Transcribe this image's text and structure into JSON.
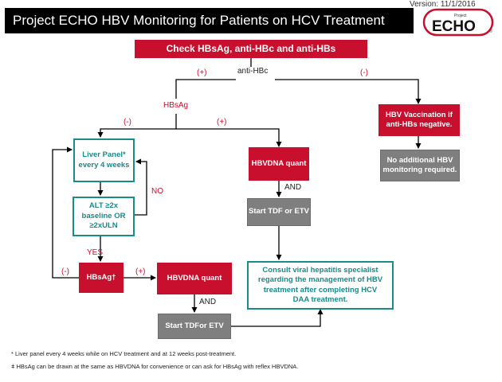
{
  "version": "Version: 11/1/2016",
  "title": "Project ECHO HBV Monitoring for Patients on HCV Treatment",
  "logo": {
    "small": "Project",
    "main": "ECHO",
    "reg": "®"
  },
  "colors": {
    "red": "#c8102e",
    "gray": "#7f7f7f",
    "teal": "#1a8a8a",
    "black": "#000000"
  },
  "boxes": {
    "check": "Check HBsAg, anti-HBc and anti-HBs",
    "vaccination": "HBV Vaccination if anti-HBs negative.",
    "no_monitoring": "No additional HBV monitoring required.",
    "liver_panel": "Liver Panel* every 4 weeks",
    "hbvdna_quant_right": "HBVDNA quant",
    "start_tdf_right": "Start TDF or ETV",
    "alt": "ALT ≥2x baseline OR ≥2xULN",
    "hbsag_dagger": "HBsAg†",
    "hbvdna_quant_left": "HBVDNA quant",
    "start_tdf_left": "Start TDFor ETV",
    "consult": "Consult viral hepatitis specialist regarding the management of HBV treatment after completing HCV DAA treatment."
  },
  "labels": {
    "anti_hbc": "anti-HBc",
    "plus_1": "(+)",
    "minus_1": "(-)",
    "hbsag": "HBsAg",
    "minus_2": "(-)",
    "plus_2": "(+)",
    "no": "NO",
    "yes": "YES",
    "and_1": "AND",
    "minus_3": "(-)",
    "plus_3": "(+)",
    "and_2": "AND"
  },
  "footnotes": [
    "* Liver panel every 4 weeks while on HCV treatment and at 12 weeks post-treatment.",
    "ǂ HBsAg can be drawn at the same as HBVDNA for convenience or can ask for HBsAg with reflex HBVDNA."
  ]
}
